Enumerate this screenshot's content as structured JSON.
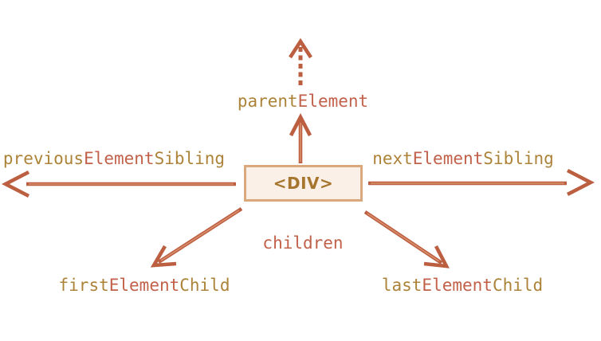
{
  "node": {
    "label": "<DIV>"
  },
  "labels": {
    "parent_element": {
      "seg_a": "parent",
      "seg_b": "Element",
      "seg_c": ""
    },
    "previous_element_sibling": {
      "seg_a": "previous",
      "seg_b": "Element",
      "seg_c": "Sibling"
    },
    "next_element_sibling": {
      "seg_a": "next",
      "seg_b": "Element",
      "seg_c": "Sibling"
    },
    "children": {
      "seg_a": "",
      "seg_b": "children",
      "seg_c": ""
    },
    "first_element_child": {
      "seg_a": "first",
      "seg_b": "Element",
      "seg_c": "Child"
    },
    "last_element_child": {
      "seg_a": "last",
      "seg_b": "Element",
      "seg_c": "Child"
    }
  },
  "colors": {
    "label_gold": "#ac8338",
    "label_red": "#c2614a",
    "arrow": "#bc5e40",
    "arrow_highlight": "#da906e",
    "box_border": "#d9a87c",
    "box_fill": "#faf0e7",
    "box_text": "#a6762e",
    "background": "#ffffff"
  }
}
